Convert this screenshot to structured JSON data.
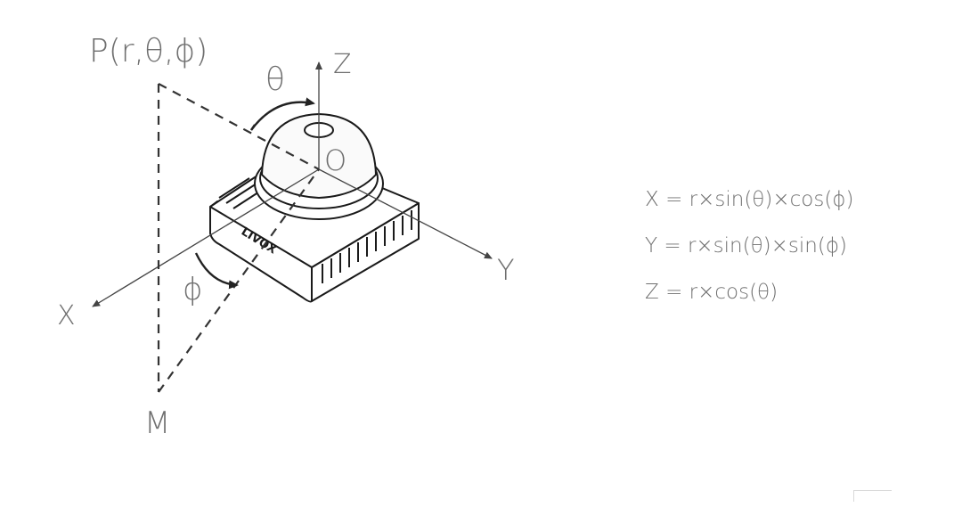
{
  "labels": {
    "point_p": "P(r,θ,ϕ)",
    "theta": "θ",
    "axis_z": "Z",
    "origin": "O",
    "axis_y": "Y",
    "axis_x": "X",
    "phi": "ϕ",
    "projection_m": "M"
  },
  "device": {
    "logo_text": "LIVOX"
  },
  "formulas": [
    "X = r×sin(θ)×cos(ϕ)",
    "Y = r×sin(θ)×sin(ϕ)",
    "Z = r×cos(θ)"
  ],
  "colors": {
    "line": "#555555",
    "text": "#6f6f6f",
    "device_stroke": "#1a1a1a"
  }
}
